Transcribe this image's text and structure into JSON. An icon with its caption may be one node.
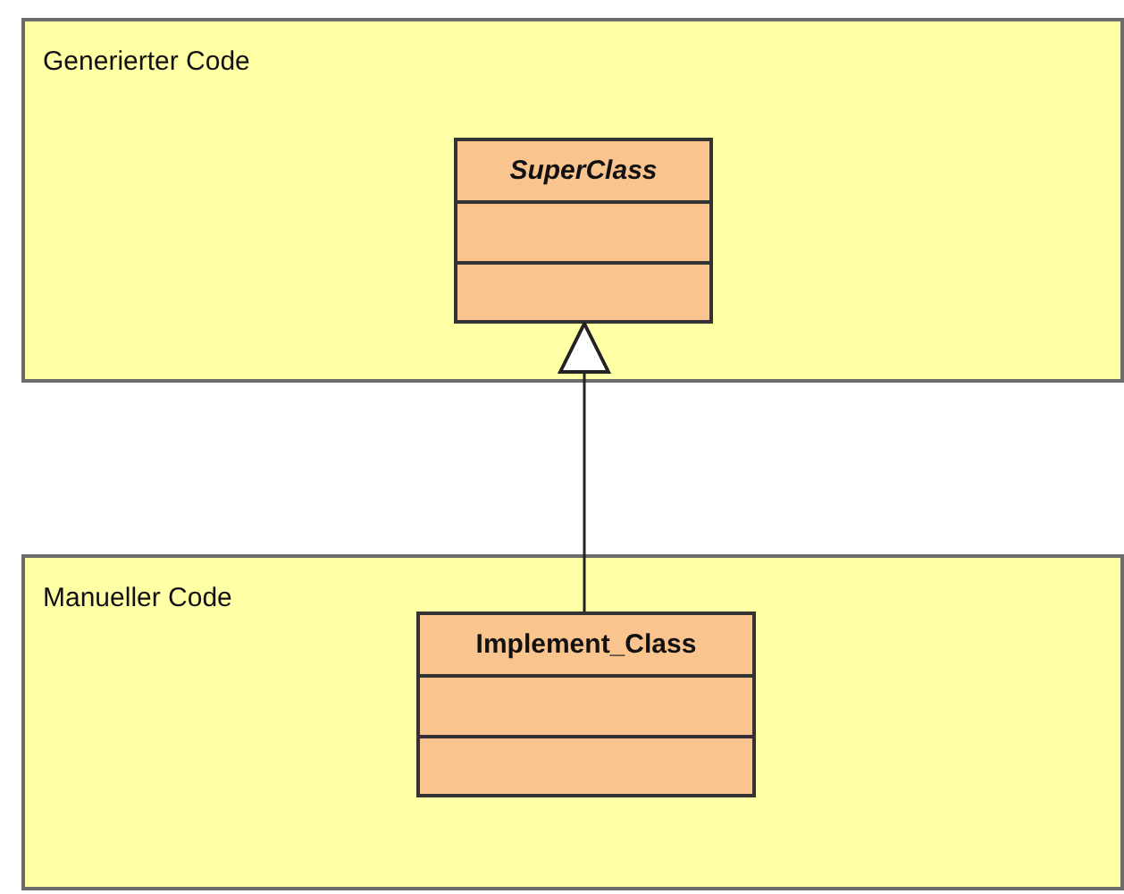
{
  "diagram": {
    "nodes": [
      {
        "text": [
          "Generierter Code"
        ]
      },
      {
        "text": [
          "SuperClass"
        ],
        "in": 0
      },
      {
        "text": [
          "Manueller Code"
        ]
      },
      {
        "text": [
          "Implement_Class"
        ],
        "in": 2
      }
    ],
    "edges": [
      {
        "from": 3,
        "to": 1,
        "arrow": "to"
      }
    ]
  }
}
